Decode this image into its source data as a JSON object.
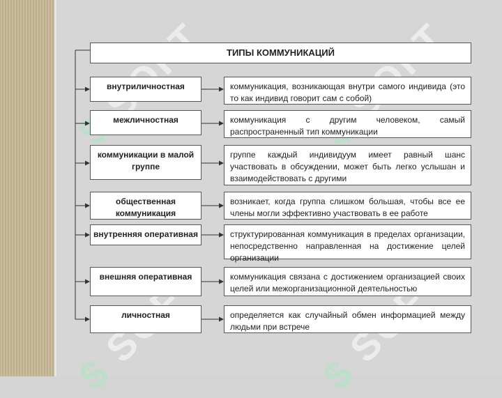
{
  "title": "ТИПЫ КОММУНИКАЦИЙ",
  "watermark": "SOFT",
  "types": [
    {
      "name": "внутриличностная",
      "description": "коммуникация, возникающая внутри самого индивида (это то как индивид говорит сам с собой)"
    },
    {
      "name": "межличностная",
      "description": "коммуникация с другим человеком, самый распространенный тип коммуникации"
    },
    {
      "name": "коммуникации в малой группе",
      "description": "группе каждый индивидуум имеет равный шанс участвовать в обсуждении, может быть легко услышан и взаимодействовать с другими"
    },
    {
      "name": "общественная коммуникация",
      "description": "возникает, когда группа слишком большая, чтобы все ее члены могли эффективно участвовать в ее работе"
    },
    {
      "name": "внутренняя оперативная",
      "description": "структурированная коммуникация в пределах организации, непосредственно направленная на достижение целей организации"
    },
    {
      "name": "внешняя оперативная",
      "description": "коммуникация связана с достижением организацией своих целей или межорганизационной деятельностью"
    },
    {
      "name": "личностная",
      "description": "определяется как случайный обмен информацией между людьми при встрече"
    }
  ]
}
